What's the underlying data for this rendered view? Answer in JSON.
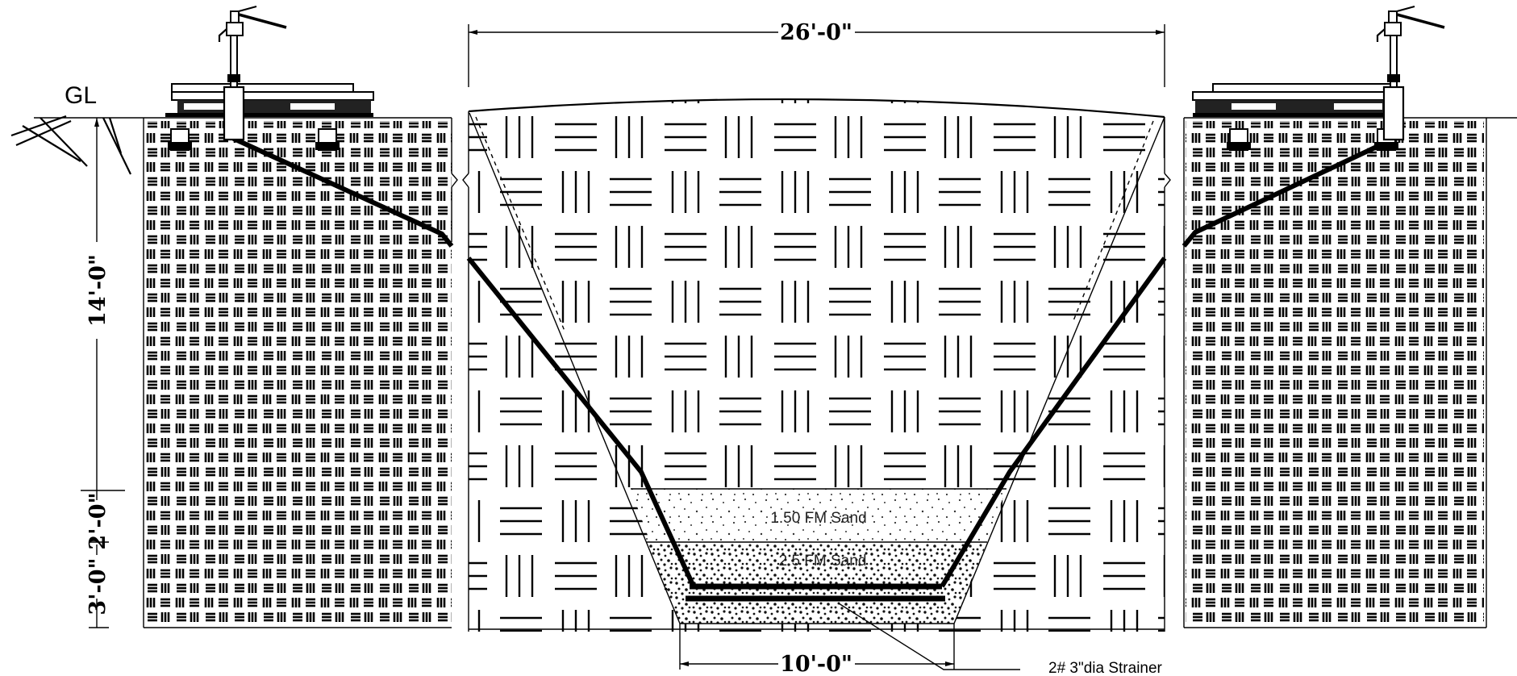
{
  "labels": {
    "ground_level": "GL",
    "top_width": "26'-0\"",
    "bottom_width": "10'-0\"",
    "depth_main": "14'-0\"",
    "depth_sand": "2'-0\"",
    "depth_gravel": "3'-0\"",
    "layer_upper": "1.50 FM Sand",
    "layer_lower": "2.5 FM Sand",
    "strainer_note": "2# 3\"dia Strainer"
  },
  "colors": {
    "line": "#000000",
    "background": "#ffffff",
    "sand_dots": "#333333"
  },
  "icons": {
    "pump_left": "hand-pump-icon",
    "pump_right": "hand-pump-icon",
    "ground_hatch": "ground-hatch-icon"
  }
}
